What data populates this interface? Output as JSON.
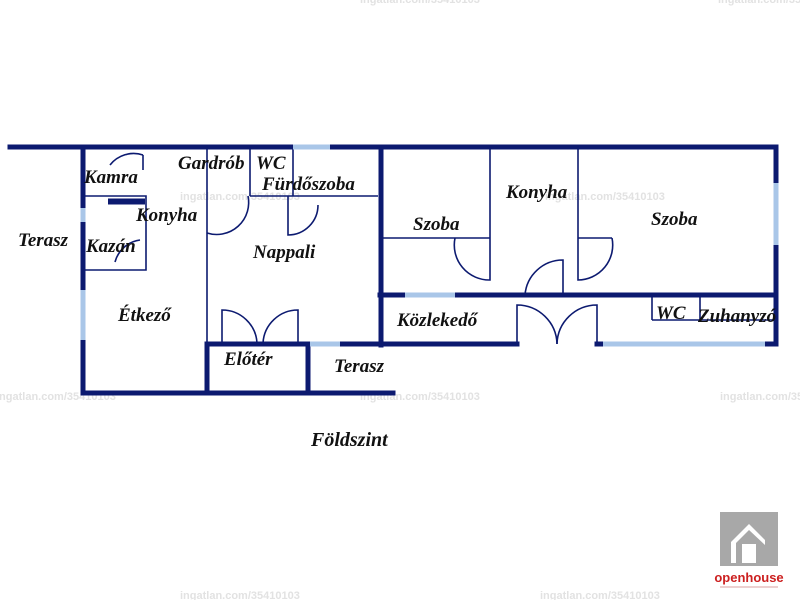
{
  "level_label": "Földszint",
  "rooms": {
    "kamra": "Kamra",
    "gardrob": "Gardrób",
    "wc_left": "WC",
    "furdoszoba": "Fürdőszoba",
    "konyha_left": "Konyha",
    "terasz_left": "Terasz",
    "kazan": "Kazán",
    "nappali": "Nappali",
    "etkezo": "Étkező",
    "eloter": "Előtér",
    "terasz_bottom": "Terasz",
    "szoba_left": "Szoba",
    "konyha_right": "Konyha",
    "szoba_right": "Szoba",
    "kozlekedo": "Közlekedő",
    "wc_right": "WC",
    "zuhanyzo": "Zuhanyzó"
  },
  "watermark": "ingatlan.com/35410103",
  "brand": {
    "name": "openhouse",
    "color": "#cc1f1f"
  },
  "colors": {
    "wall": "#0c1a70",
    "window": "#a9c6e8",
    "watermark": "#e2e2e2"
  }
}
